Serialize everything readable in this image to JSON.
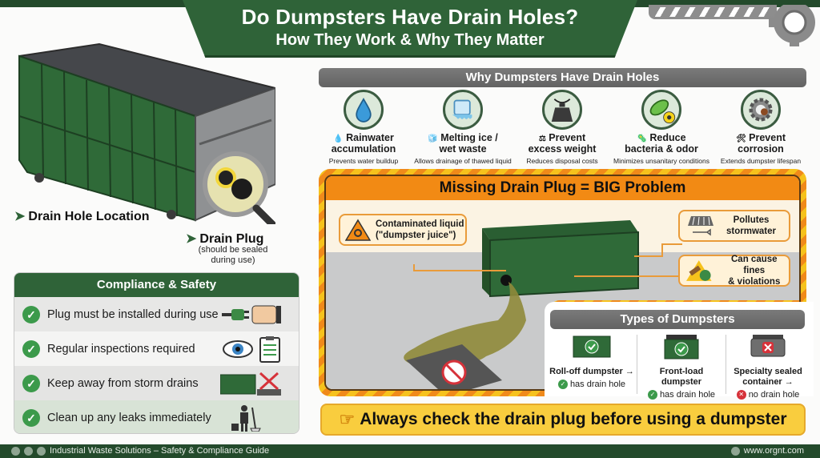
{
  "header": {
    "title": "Do Dumpsters Have Drain Holes?",
    "subtitle": "How They Work & Why They Matter"
  },
  "hero": {
    "drain_hole_label": "Drain Hole Location",
    "drain_plug_label": "Drain Plug",
    "drain_plug_note_line1": "(should be sealed",
    "drain_plug_note_line2": "during use)"
  },
  "compliance": {
    "title": "Compliance & Safety",
    "items": [
      {
        "label": "Plug must be installed during use",
        "icon": "plug-hand-icon"
      },
      {
        "label": "Regular inspections required",
        "icon": "eye-clipboard-icon"
      },
      {
        "label": "Keep away from storm drains",
        "icon": "dumpster-no-drain-icon"
      },
      {
        "label": "Clean up any leaks immediately",
        "icon": "janitor-mop-icon"
      }
    ]
  },
  "why": {
    "title": "Why Dumpsters Have Drain Holes",
    "items": [
      {
        "title_line1": "Rainwater",
        "title_line2": "accumulation",
        "desc": "Prevents water buildup",
        "icon": "water-drop-icon",
        "glyph": "💧"
      },
      {
        "title_line1": "Melting ice /",
        "title_line2": "wet waste",
        "desc": "Allows drainage of thawed liquid",
        "icon": "ice-cube-icon",
        "glyph": "🧊"
      },
      {
        "title_line1": "Prevent",
        "title_line2": "excess weight",
        "desc": "Reduces disposal costs",
        "icon": "weight-icon",
        "glyph": "⚖"
      },
      {
        "title_line1": "Reduce",
        "title_line2": "bacteria & odor",
        "desc": "Minimizes unsanitary conditions",
        "icon": "bacteria-icon",
        "glyph": "🦠"
      },
      {
        "title_line1": "Prevent",
        "title_line2": "corrosion",
        "desc": "Extends dumpster lifespan",
        "icon": "gear-rust-icon",
        "glyph": "🛠"
      }
    ]
  },
  "problem": {
    "title": "Missing Drain Plug = BIG Problem",
    "callouts": [
      {
        "line1": "Contaminated liquid",
        "line2": "(\"dumpster juice\")",
        "icon": "biohazard-icon"
      },
      {
        "line1": "Pollutes",
        "line2": "stormwater",
        "icon": "storm-drain-fish-icon"
      },
      {
        "line1": "Can cause fines",
        "line2": "& violations",
        "icon": "gavel-money-icon"
      }
    ]
  },
  "types": {
    "title": "Types of Dumpsters",
    "items": [
      {
        "name_line1": "Roll-off dumpster →",
        "name_line2": "",
        "status": "has drain hole",
        "ok": true
      },
      {
        "name_line1": "Front-load dumpster",
        "name_line2": "",
        "status": "has drain hole",
        "ok": true
      },
      {
        "name_line1": "Specialty sealed",
        "name_line2": "container →",
        "status": "no drain hole",
        "ok": false
      }
    ]
  },
  "cta": {
    "text": "Always check the drain plug before using a dumpster",
    "glyph": "☞"
  },
  "footer": {
    "left": "Industrial Waste Solutions – Safety & Compliance Guide",
    "right": "www.orgnt.com"
  },
  "colors": {
    "primary_green": "#2f6338",
    "dark_green": "#234a2b",
    "warning_orange": "#f28a14",
    "warning_yellow": "#f6c21c",
    "check_green": "#3c9a4b",
    "error_red": "#d6323a",
    "header_gray": "#6e6e6e"
  }
}
